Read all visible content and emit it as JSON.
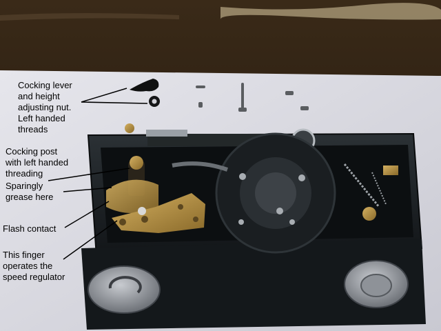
{
  "annotations": [
    {
      "id": "cocking-lever",
      "text": "Cocking lever\nand height\nadjusting nut.\nLeft handed\nthreads"
    },
    {
      "id": "cocking-post",
      "text": "Cocking post\nwith left handed\nthreading"
    },
    {
      "id": "grease",
      "text": "Sparingly\ngrease here"
    },
    {
      "id": "flash-contact",
      "text": "Flash contact"
    },
    {
      "id": "speed-finger",
      "text": "This finger\noperates the\nspeed regulator"
    }
  ],
  "colors": {
    "background_wood": "#2a1d12",
    "paper": "#d9d9e0",
    "body_metal": "#1e2326",
    "brass": "#b08a3a",
    "text": "#000000",
    "leader_line": "#000000"
  }
}
